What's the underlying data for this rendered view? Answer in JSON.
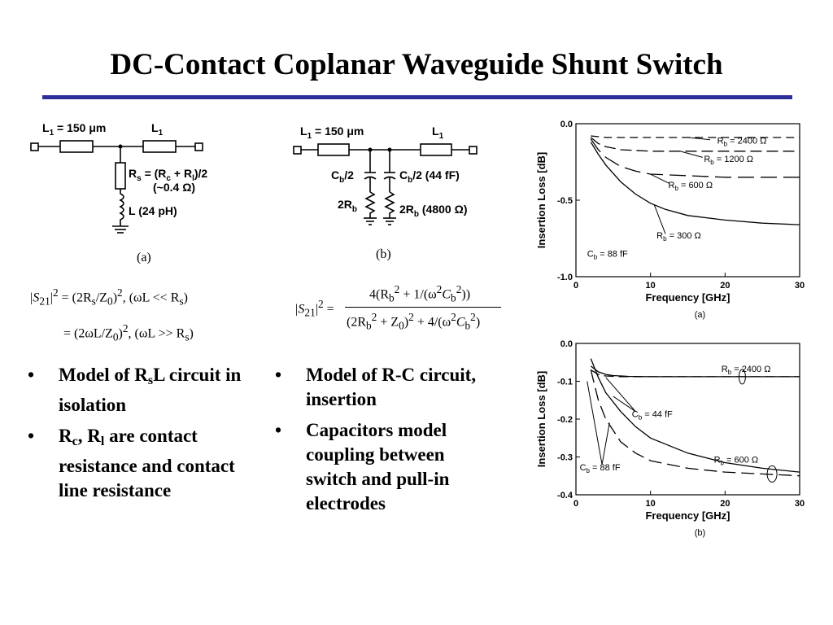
{
  "slide": {
    "title": "DC-Contact Coplanar Waveguide Shunt Switch"
  },
  "circuit_a": {
    "caption": "(a)",
    "l1_left": "L",
    "l1_left_sub": "1",
    "l1_left_value": " = 150 μm",
    "l1_right": "L",
    "l1_right_sub": "1",
    "rs_label": "R",
    "rs_sub": "s",
    "rs_formula": " = (R",
    "rs_formula_c": "c",
    "rs_formula_plus": " + R",
    "rs_formula_l": "l",
    "rs_formula_end": ")/2",
    "rs_value": "(~0.4 Ω)",
    "l_label": "L (24 pH)"
  },
  "circuit_b": {
    "caption": "(b)",
    "l1_left": "L",
    "l1_left_sub": "1",
    "l1_left_value": " = 150 μm",
    "l1_right": "L",
    "l1_right_sub": "1",
    "cb_left": "C",
    "cb_left_sub": "b",
    "cb_left_end": "/2",
    "cb_right": "C",
    "cb_right_sub": "b",
    "cb_right_end": "/2 (44 fF)",
    "rb_left": "2R",
    "rb_left_sub": "b",
    "rb_right": "2R",
    "rb_right_sub": "b",
    "rb_right_end": " (4800 Ω)"
  },
  "equations": {
    "a_line1_lhs": "|S",
    "a_line1_lhs_sub": "21",
    "a_line1_lhs_end": "|",
    "a_line1_rhs": " = (2R",
    "a_line1_rhs_sub": "s",
    "a_line1_rhs_mid": "/Z",
    "a_line1_rhs_sub2": "0",
    "a_line1_rhs_end": ")",
    "a_line1_cond": ", (ωL << R",
    "a_line1_cond_sub": "s",
    "a_line1_cond_end": ")",
    "a_line2_rhs": "= (2ωL/Z",
    "a_line2_rhs_sub": "0",
    "a_line2_rhs_end": ")",
    "a_line2_cond": ", (ωL >> R",
    "a_line2_cond_sub": "s",
    "a_line2_cond_end": ")",
    "b_lhs": "|S",
    "b_lhs_sub": "21",
    "b_lhs_end": "|",
    "b_eq": " = ",
    "b_num": "4(R",
    "b_num_sub": "b",
    "b_num_mid": " + 1/(ω",
    "b_num_c": "C",
    "b_num_c_sub": "b",
    "b_num_end": "))",
    "b_den": "(2R",
    "b_den_sub": "b",
    "b_den_mid": " + Z",
    "b_den_sub2": "0",
    "b_den_mid2": ")",
    "b_den_mid3": " + 4/(ω",
    "b_den_c": "C",
    "b_den_c_sub": "b",
    "b_den_end": ")",
    "sq": "2"
  },
  "bullets_left": [
    {
      "pre": "Model of R",
      "sub": "s",
      "post": "L circuit in isolation"
    },
    {
      "pre": "R",
      "sub": "c",
      "mid": ", R",
      "sub2": "l",
      "post": " are contact resistance and contact line resistance"
    }
  ],
  "bullets_right": [
    {
      "text": "Model of R-C circuit, insertion"
    },
    {
      "text": "Capacitors model coupling between switch and pull-in electrodes"
    }
  ],
  "chart_data": [
    {
      "type": "line",
      "caption": "(a)",
      "xlabel": "Frequency [GHz]",
      "ylabel": "Insertion Loss [dB]",
      "xlim": [
        0,
        30
      ],
      "ylim": [
        -1.0,
        0.0
      ],
      "xticks": [
        0,
        10,
        20,
        30
      ],
      "yticks": [
        0.0,
        -0.5,
        -1.0
      ],
      "ytick_labels": [
        "0.0",
        "-0.5",
        "-1.0"
      ],
      "annotation": "C_b = 88 fF",
      "annotation_label": "C",
      "annotation_sub": "b",
      "annotation_end": " = 88 fF",
      "series": [
        {
          "name": "R_b = 2400 Ω",
          "label": "R",
          "sub": "b",
          "end": " = 2400 Ω",
          "dash": "10,6",
          "x": [
            2,
            4,
            6,
            10,
            15,
            20,
            25,
            30
          ],
          "y": [
            -0.08,
            -0.09,
            -0.09,
            -0.09,
            -0.09,
            -0.09,
            -0.09,
            -0.09
          ]
        },
        {
          "name": "R_b = 1200 Ω",
          "label": "R",
          "sub": "b",
          "end": " = 1200 Ω",
          "dash": "14,6",
          "x": [
            2,
            3,
            4,
            6,
            10,
            15,
            20,
            25,
            30
          ],
          "y": [
            -0.09,
            -0.13,
            -0.15,
            -0.17,
            -0.18,
            -0.18,
            -0.18,
            -0.18,
            -0.18
          ]
        },
        {
          "name": "R_b = 600 Ω",
          "label": "R",
          "sub": "b",
          "end": " = 600 Ω",
          "dash": "20,8",
          "x": [
            2,
            3,
            4,
            6,
            8,
            10,
            15,
            20,
            25,
            30
          ],
          "y": [
            -0.1,
            -0.17,
            -0.22,
            -0.28,
            -0.31,
            -0.33,
            -0.34,
            -0.35,
            -0.35,
            -0.35
          ]
        },
        {
          "name": "R_b = 300 Ω",
          "label": "R",
          "sub": "b",
          "end": " = 300 Ω",
          "dash": "",
          "x": [
            2,
            3,
            4,
            6,
            8,
            10,
            12,
            15,
            20,
            25,
            30
          ],
          "y": [
            -0.12,
            -0.2,
            -0.27,
            -0.38,
            -0.46,
            -0.52,
            -0.56,
            -0.6,
            -0.63,
            -0.65,
            -0.66
          ]
        }
      ]
    },
    {
      "type": "line",
      "caption": "(b)",
      "xlabel": "Frequency [GHz]",
      "ylabel": "Insertion Loss [dB]",
      "xlim": [
        0,
        30
      ],
      "ylim": [
        -0.4,
        0.0
      ],
      "xticks": [
        0,
        10,
        20,
        30
      ],
      "yticks": [
        0.0,
        -0.1,
        -0.2,
        -0.3,
        -0.4
      ],
      "ytick_labels": [
        "0.0",
        "-0.1",
        "-0.2",
        "-0.3",
        "-0.4"
      ],
      "labels": [
        {
          "label": "R",
          "sub": "b",
          "end": " = 2400 Ω"
        },
        {
          "label": "C",
          "sub": "b",
          "end": " = 44 fF"
        },
        {
          "label": "R",
          "sub": "b",
          "end": " = 600 Ω"
        },
        {
          "label": "C",
          "sub": "b",
          "end": " = 88 fF"
        }
      ],
      "series": [
        {
          "name": "Rb=2400, Cb=44 fF",
          "dash": "",
          "x": [
            2,
            3,
            4,
            5,
            7,
            10,
            15,
            20,
            30
          ],
          "y": [
            -0.06,
            -0.075,
            -0.082,
            -0.085,
            -0.087,
            -0.088,
            -0.088,
            -0.088,
            -0.088
          ]
        },
        {
          "name": "Rb=2400, Cb=88 fF",
          "dash": "12,6",
          "x": [
            2,
            3,
            4,
            6,
            10,
            15,
            20,
            30
          ],
          "y": [
            -0.07,
            -0.082,
            -0.086,
            -0.088,
            -0.088,
            -0.088,
            -0.088,
            -0.088
          ]
        },
        {
          "name": "Rb=600, Cb=44 fF",
          "dash": "",
          "x": [
            2,
            3,
            4,
            6,
            8,
            10,
            15,
            20,
            25,
            30
          ],
          "y": [
            -0.04,
            -0.09,
            -0.13,
            -0.18,
            -0.22,
            -0.25,
            -0.29,
            -0.315,
            -0.33,
            -0.34
          ]
        },
        {
          "name": "Rb=600, Cb=88 fF",
          "dash": "16,7",
          "x": [
            2,
            3,
            4,
            6,
            8,
            10,
            15,
            20,
            25,
            30
          ],
          "y": [
            -0.07,
            -0.15,
            -0.2,
            -0.26,
            -0.29,
            -0.31,
            -0.33,
            -0.34,
            -0.345,
            -0.35
          ]
        }
      ]
    }
  ]
}
